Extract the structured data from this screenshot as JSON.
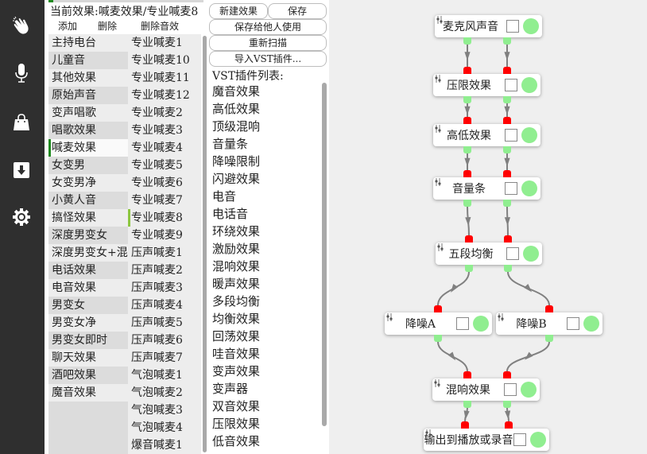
{
  "sidebar": {
    "icons": [
      {
        "name": "effects-icon",
        "active": true
      },
      {
        "name": "microphone-icon",
        "active": false
      },
      {
        "name": "shop-bag-icon",
        "active": false
      },
      {
        "name": "download-icon",
        "active": false
      },
      {
        "name": "settings-gear-icon",
        "active": false
      }
    ]
  },
  "effects_panel": {
    "progress_percent": 3,
    "current_effect_label": "当前效果:喊麦效果/专业喊麦8",
    "actions": {
      "add": "添加",
      "delete": "删除",
      "delete_sound": "删除音效"
    },
    "categories": [
      "主持电台",
      "儿童音",
      "其他效果",
      "原始声音",
      "变声唱歌",
      "唱歌效果",
      "喊麦效果",
      "女变男",
      "女变男净",
      "小黄人音",
      "搞怪效果",
      "深度男变女",
      "深度男变女+混响",
      "电话效果",
      "电音效果",
      "男变女",
      "男变女净",
      "男变女即时",
      "聊天效果",
      "酒吧效果",
      "魔音效果"
    ],
    "selected_category": "喊麦效果",
    "presets": [
      "专业喊麦1",
      "专业喊麦10",
      "专业喊麦11",
      "专业喊麦12",
      "专业喊麦2",
      "专业喊麦3",
      "专业喊麦4",
      "专业喊麦5",
      "专业喊麦6",
      "专业喊麦7",
      "专业喊麦8",
      "专业喊麦9",
      "压声喊麦1",
      "压声喊麦2",
      "压声喊麦3",
      "压声喊麦4",
      "压声喊麦5",
      "压声喊麦6",
      "压声喊麦7",
      "气泡喊麦1",
      "气泡喊麦2",
      "气泡喊麦3",
      "气泡喊麦4",
      "爆音喊麦1"
    ],
    "selected_preset": "专业喊麦8"
  },
  "toolbar": {
    "new_effect": "新建效果",
    "save": "保存",
    "save_for_others": "保存给他人使用",
    "rescan": "重新扫描",
    "import_vst": "导入VST插件..."
  },
  "vst": {
    "title": "VST插件列表:",
    "plugins": [
      "魔音效果",
      "高低效果",
      "顶级混响",
      "音量条",
      "降噪限制",
      "闪避效果",
      "电音",
      "电话音",
      "环绕效果",
      "激励效果",
      "混响效果",
      "暖声效果",
      "多段均衡",
      "均衡效果",
      "回荡效果",
      "哇音效果",
      "变声效果",
      "变声器",
      "双音效果",
      "压限效果",
      "低音效果"
    ]
  },
  "graph": {
    "colors": {
      "input_port": "#ff0000",
      "output_port": "#90ee90",
      "toggle_on": "#90ee90",
      "edge": "#808080"
    },
    "nodes": [
      {
        "id": "mic",
        "label": "麦克风声音",
        "enabled": true
      },
      {
        "id": "limiter",
        "label": "压限效果",
        "enabled": true
      },
      {
        "id": "hilo",
        "label": "高低效果",
        "enabled": true
      },
      {
        "id": "volume",
        "label": "音量条",
        "enabled": true
      },
      {
        "id": "eq5",
        "label": "五段均衡",
        "enabled": true
      },
      {
        "id": "nra",
        "label": "降噪A",
        "enabled": true
      },
      {
        "id": "nrb",
        "label": "降噪B",
        "enabled": true
      },
      {
        "id": "reverb",
        "label": "混响效果",
        "enabled": true
      },
      {
        "id": "output",
        "label": "输出到播放或录音",
        "enabled": true
      }
    ],
    "edges": [
      [
        "mic",
        0,
        "limiter",
        0
      ],
      [
        "mic",
        1,
        "limiter",
        1
      ],
      [
        "limiter",
        0,
        "hilo",
        0
      ],
      [
        "limiter",
        1,
        "hilo",
        1
      ],
      [
        "hilo",
        0,
        "volume",
        0
      ],
      [
        "hilo",
        1,
        "volume",
        1
      ],
      [
        "volume",
        0,
        "eq5",
        0
      ],
      [
        "volume",
        1,
        "eq5",
        1
      ],
      [
        "eq5",
        0,
        "nra",
        0
      ],
      [
        "eq5",
        1,
        "nrb",
        0
      ],
      [
        "nra",
        0,
        "reverb",
        0
      ],
      [
        "nrb",
        0,
        "reverb",
        1
      ],
      [
        "reverb",
        0,
        "output",
        0
      ],
      [
        "reverb",
        1,
        "output",
        1
      ]
    ]
  }
}
